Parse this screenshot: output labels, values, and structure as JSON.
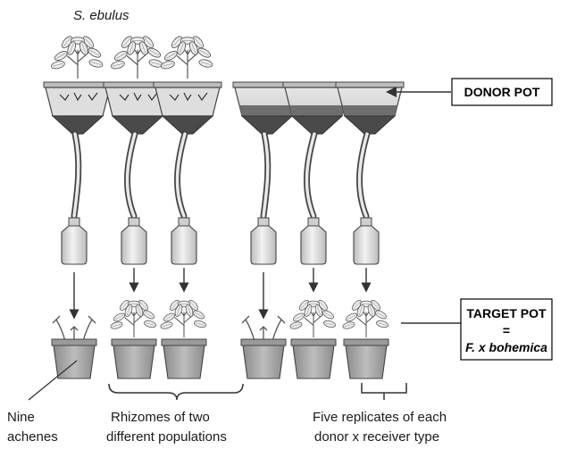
{
  "species_label": "S. ebulus",
  "donor_label": "DONOR POT",
  "target_label": {
    "line1": "TARGET POT",
    "line2": "=",
    "line3": "F. x bohemica"
  },
  "captions": {
    "achenes": {
      "line1": "Nine",
      "line2": "achenes"
    },
    "rhizomes": {
      "line1": "Rhizomes of two",
      "line2": "different populations"
    },
    "replicates": {
      "line1": "Five replicates of each",
      "line2": "donor x receiver type"
    }
  },
  "colors": {
    "pot_fill": "#a8a8a8",
    "funnel_dark": "#4a4a4a",
    "soil": "#6e6e6e",
    "bottle": "#d9d9d9",
    "line": "#333333"
  },
  "icons": {
    "plant": "plant-icon",
    "seedling": "seedling-icon",
    "funnel": "donor-funnel-icon",
    "bottle": "collection-bottle-icon",
    "pot": "target-pot-icon"
  }
}
